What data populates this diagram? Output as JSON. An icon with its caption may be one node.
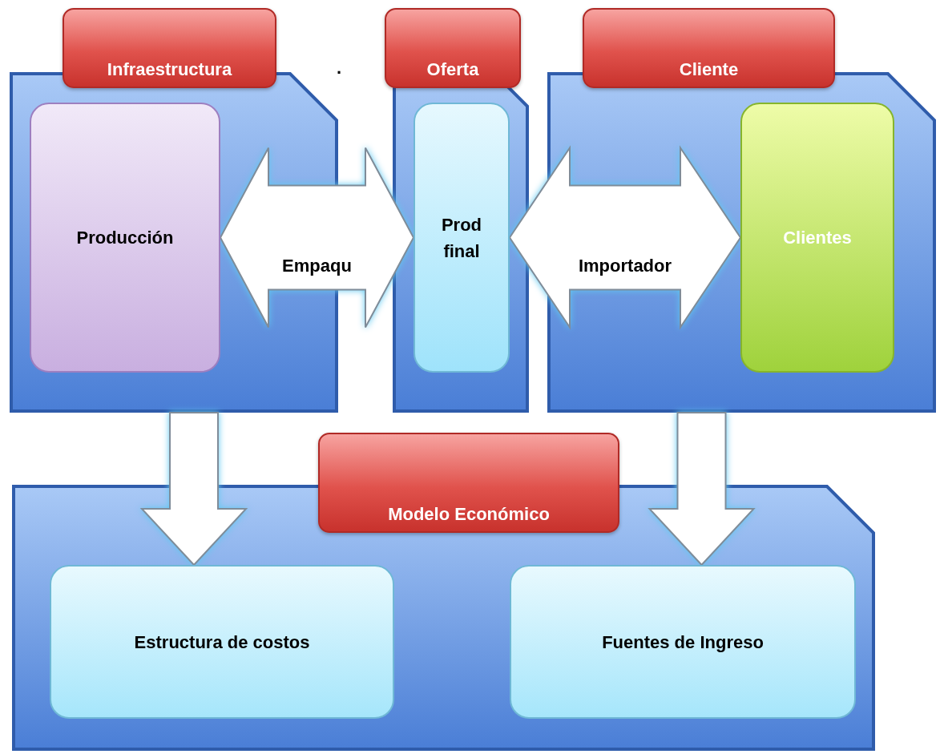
{
  "diagram": {
    "nodes": [
      {
        "text": [
          "Infraestructura"
        ]
      },
      {
        "text": [
          "Producción"
        ],
        "in": 0
      },
      {
        "text": [
          "Oferta"
        ]
      },
      {
        "text": [
          "Prod final"
        ],
        "in": 2
      },
      {
        "text": [
          "Cliente"
        ]
      },
      {
        "text": [
          "Clientes"
        ],
        "in": 4
      },
      {
        "text": [
          "Modelo Económico"
        ]
      },
      {
        "text": [
          "Estructura de costos"
        ],
        "in": 6
      },
      {
        "text": [
          "Fuentes de Ingreso"
        ],
        "in": 6
      }
    ],
    "edges": [
      {
        "from": 1,
        "to": 3,
        "arrow": "both",
        "label": "Empaqu"
      },
      {
        "from": 3,
        "to": 5,
        "arrow": "both",
        "label": "Importador"
      },
      {
        "from": 0,
        "to": 7,
        "arrow": "to"
      },
      {
        "from": 4,
        "to": 8,
        "arrow": "to"
      }
    ],
    "labels": [
      "."
    ]
  }
}
